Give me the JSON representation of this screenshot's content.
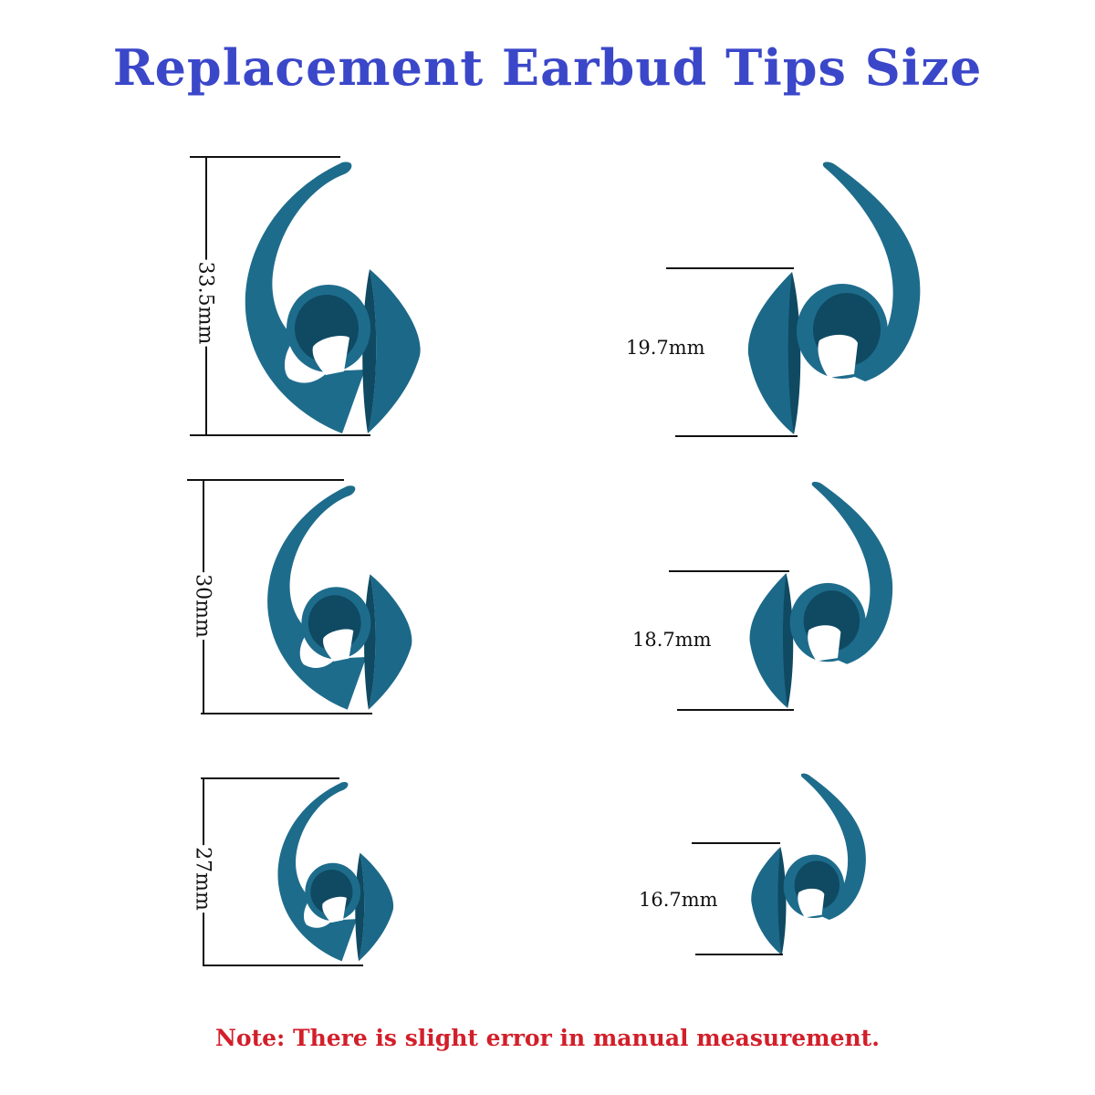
{
  "title": "Replacement Earbud Tips Size",
  "note": "Note: There is slight error in manual measurement.",
  "colors": {
    "title": "#3b47c9",
    "note": "#d21f2a",
    "silicone": "#1e6c8c",
    "silicone_dark": "#0f4a62"
  },
  "sizes": [
    {
      "length": "33.5mm",
      "diameter": "19.7mm"
    },
    {
      "length": "30mm",
      "diameter": "18.7mm"
    },
    {
      "length": "27mm",
      "diameter": "16.7mm"
    }
  ]
}
